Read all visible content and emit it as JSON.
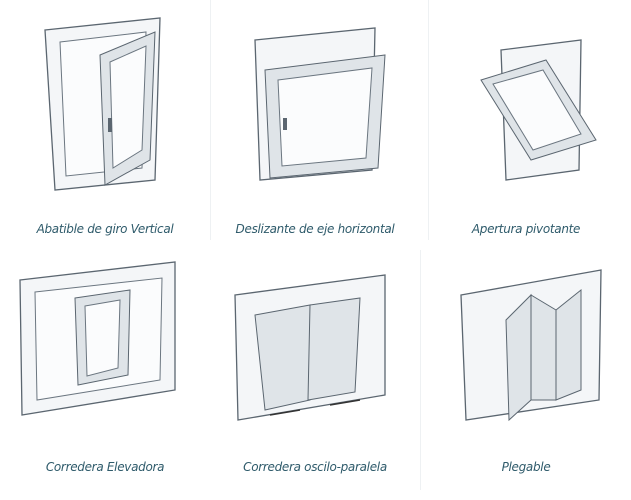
{
  "windows": [
    {
      "label": "Abatible de giro Vertical"
    },
    {
      "label": "Deslizante de eje horizontal"
    },
    {
      "label": "Apertura pivotante"
    },
    {
      "label": "Corredera Elevadora"
    },
    {
      "label": "Corredera oscilo-paralela"
    },
    {
      "label": "Plegable"
    }
  ],
  "colors": {
    "label": "#2f5b6b",
    "line": "#5b6670"
  }
}
